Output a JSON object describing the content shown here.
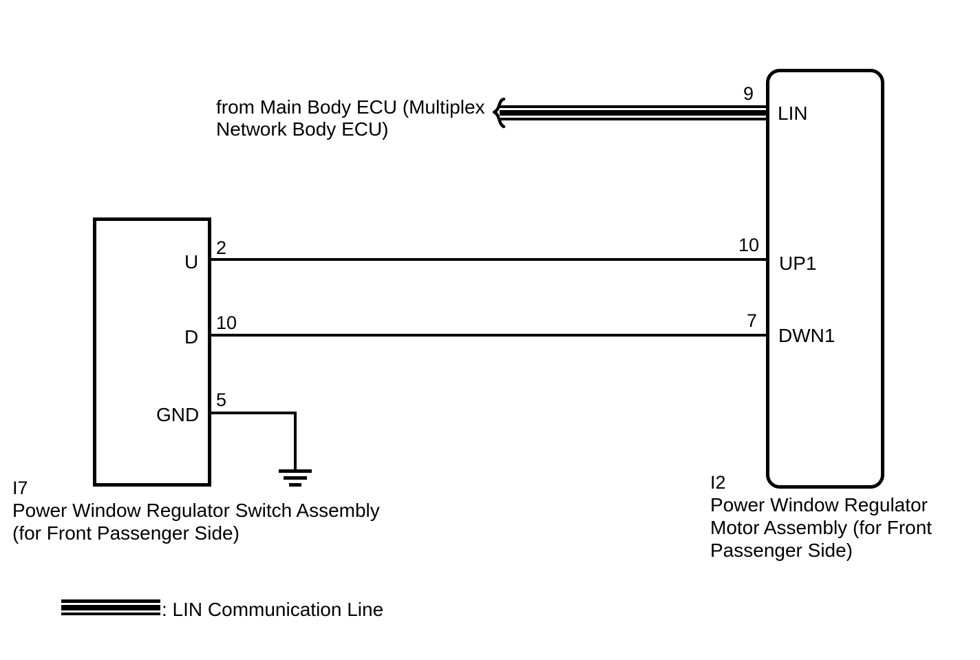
{
  "diagram": {
    "title_note": "from Main Body ECU (Multiplex Network Body ECU)",
    "source_note_line1": "from Main Body ECU (Multiplex",
    "source_note_line2": "Network Body ECU)"
  },
  "left_connector": {
    "code": "I7",
    "name_line1": "Power Window Regulator Switch Assembly",
    "name_line2": "(for Front Passenger Side)",
    "pins": [
      {
        "label": "U",
        "number": "2"
      },
      {
        "label": "D",
        "number": "10"
      },
      {
        "label": "GND",
        "number": "5"
      }
    ]
  },
  "right_connector": {
    "code": "I2",
    "name_line1": "Power Window Regulator",
    "name_line2": "Motor Assembly (for Front",
    "name_line3": "Passenger Side)",
    "pins": [
      {
        "label": "LIN",
        "number": "9"
      },
      {
        "label": "UP1",
        "number": "10"
      },
      {
        "label": "DWN1",
        "number": "7"
      }
    ]
  },
  "legend": {
    "lin_text": ": LIN Communication Line"
  },
  "colors": {
    "line": "#000000",
    "background": "#ffffff"
  }
}
